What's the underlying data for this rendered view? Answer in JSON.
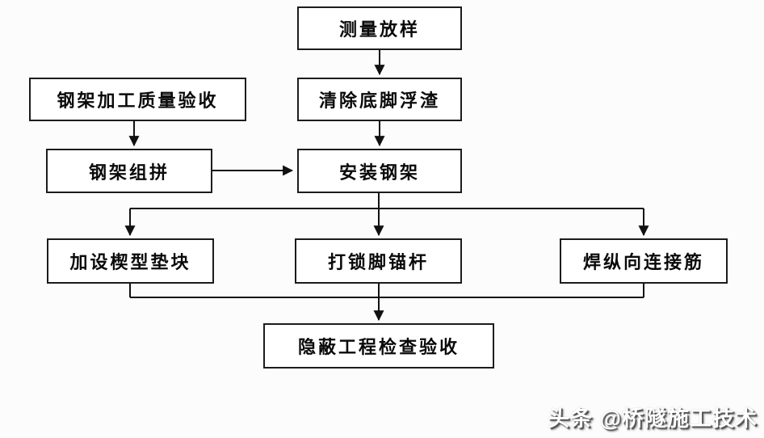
{
  "diagram": {
    "type": "flowchart",
    "nodes": [
      {
        "id": "survey",
        "label": "测量放样"
      },
      {
        "id": "accept",
        "label": "钢架加工质量验收"
      },
      {
        "id": "clear",
        "label": "清除底脚浮渣"
      },
      {
        "id": "assemble",
        "label": "钢架组拼"
      },
      {
        "id": "install",
        "label": "安装钢架"
      },
      {
        "id": "wedge",
        "label": "加设楔型垫块"
      },
      {
        "id": "anchor",
        "label": "打锁脚锚杆"
      },
      {
        "id": "weld",
        "label": "焊纵向连接筋"
      },
      {
        "id": "final",
        "label": "隐蔽工程检查验收"
      }
    ],
    "edges": [
      {
        "from": "测量放样",
        "to": "清除底脚浮渣"
      },
      {
        "from": "钢架加工质量验收",
        "to": "钢架组拼"
      },
      {
        "from": "清除底脚浮渣",
        "to": "安装钢架"
      },
      {
        "from": "钢架组拼",
        "to": "安装钢架"
      },
      {
        "from": "安装钢架",
        "to": "加设楔型垫块"
      },
      {
        "from": "安装钢架",
        "to": "打锁脚锚杆"
      },
      {
        "from": "安装钢架",
        "to": "焊纵向连接筋"
      },
      {
        "from": "加设楔型垫块",
        "to": "隐蔽工程检查验收"
      },
      {
        "from": "打锁脚锚杆",
        "to": "隐蔽工程检查验收"
      },
      {
        "from": "焊纵向连接筋",
        "to": "隐蔽工程检查验收"
      }
    ]
  },
  "watermark": {
    "text": "头条 @桥隧施工技术"
  },
  "colors": {
    "background": "#fcfcfc",
    "box_fill": "#ffffff",
    "box_border": "#1c1c1c",
    "arrow": "#111111",
    "watermark_fill": "#ffffff",
    "watermark_shadow": "#464646"
  }
}
